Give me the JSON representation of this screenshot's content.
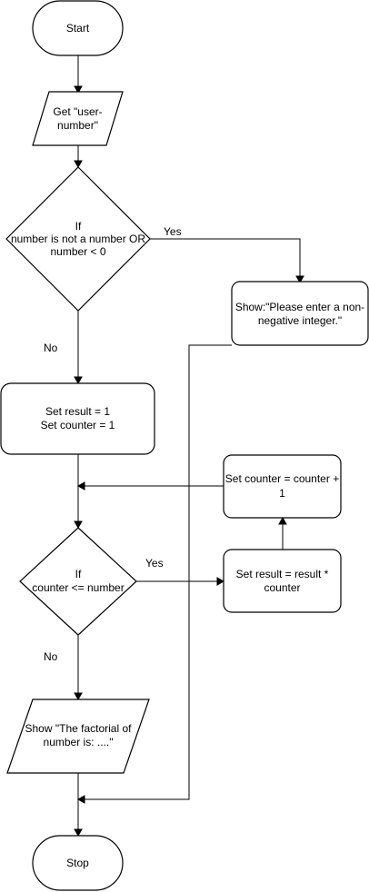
{
  "nodes": {
    "start": {
      "label": "Start"
    },
    "input": {
      "line1": "Get \"user-",
      "line2": "number\""
    },
    "check_input": {
      "line1": "If",
      "line2": "number is not a number OR",
      "line3": "number < 0"
    },
    "error_message": {
      "line1": "Show:\"Please enter a non-",
      "line2": "negative integer.\""
    },
    "init": {
      "line1": "Set result = 1",
      "line2": "Set counter = 1"
    },
    "increment": {
      "line1": "Set counter = counter +",
      "line2": "1"
    },
    "loop_check": {
      "line1": "If",
      "line2": "counter <= number"
    },
    "multiply": {
      "line1": "Set result = result *",
      "line2": "counter"
    },
    "output": {
      "line1": "Show \"The factorial of",
      "line2": "number is: ....\""
    },
    "stop": {
      "label": "Stop"
    }
  },
  "edge_labels": {
    "check_yes": "Yes",
    "check_no": "No",
    "loop_yes": "Yes",
    "loop_no": "No"
  }
}
